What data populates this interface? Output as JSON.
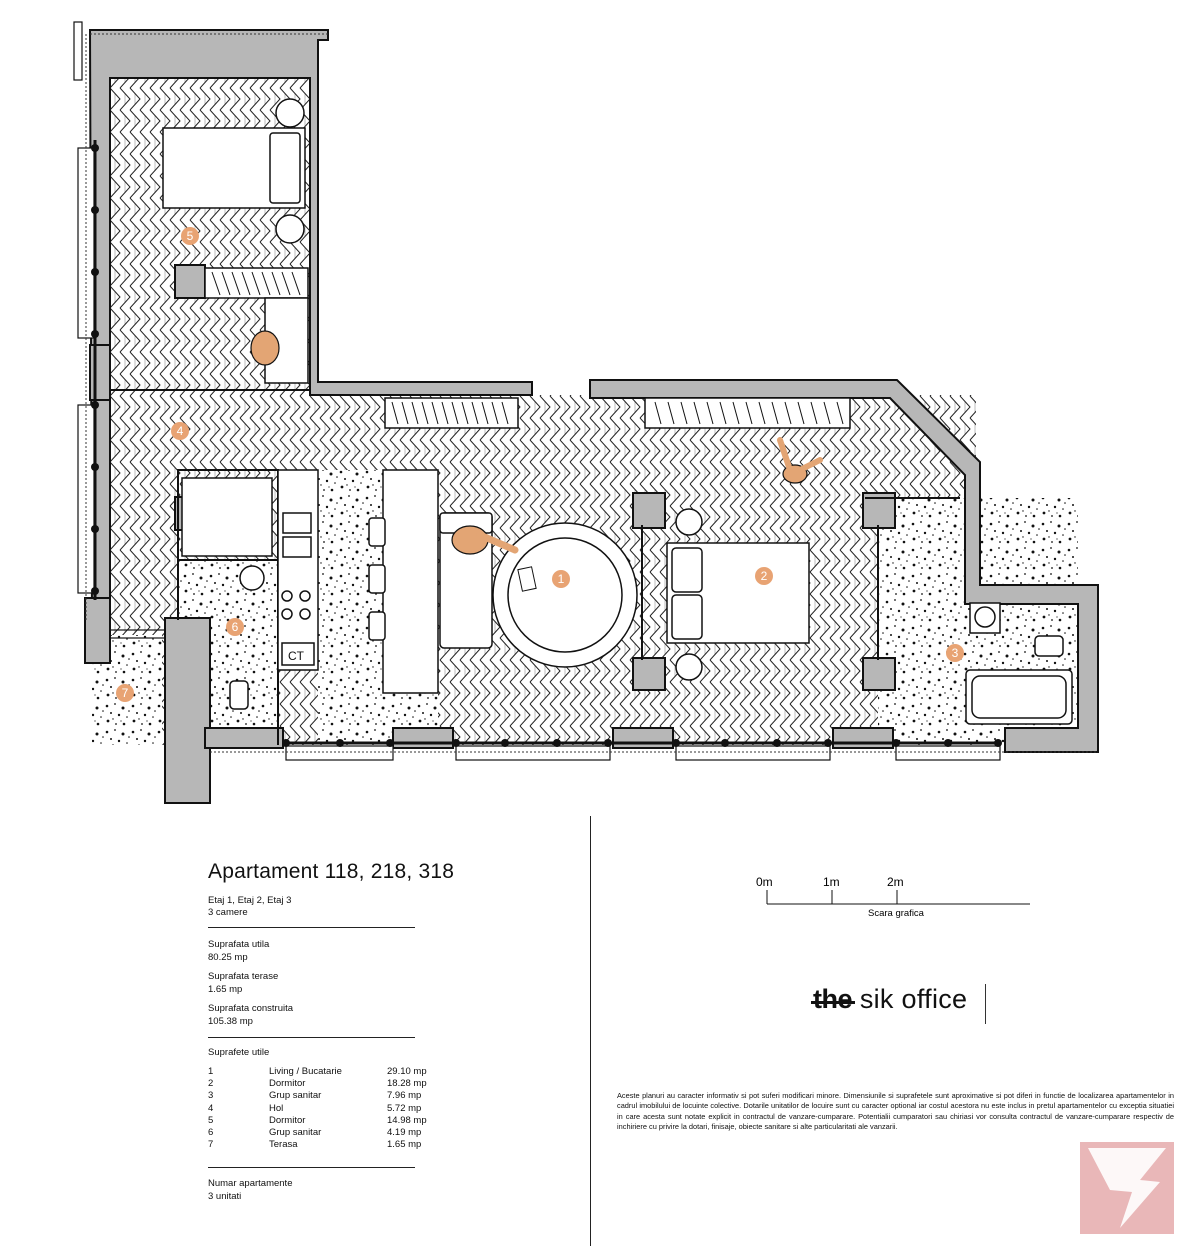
{
  "apartment": {
    "title": "Apartament 118, 218, 318",
    "floors": "Etaj 1, Etaj 2, Etaj 3",
    "rooms_count": "3 camere"
  },
  "areas": [
    {
      "label": "Suprafata utila",
      "value": "80.25 mp"
    },
    {
      "label": "Suprafata terase",
      "value": "1.65  mp"
    },
    {
      "label": "Suprafata construita",
      "value": "105.38 mp"
    }
  ],
  "useful_header": "Suprafete utile",
  "rooms": [
    {
      "n": "1",
      "name": "Living / Bucatarie",
      "area": "29.10  mp"
    },
    {
      "n": "2",
      "name": "Dormitor",
      "area": "18.28  mp"
    },
    {
      "n": "3",
      "name": "Grup sanitar",
      "area": "7.96 mp"
    },
    {
      "n": "4",
      "name": "Hol",
      "area": "5.72 mp"
    },
    {
      "n": "5",
      "name": "Dormitor",
      "area": "14.98 mp"
    },
    {
      "n": "6",
      "name": "Grup sanitar",
      "area": "4.19 mp"
    },
    {
      "n": "7",
      "name": "Terasa",
      "area": "1.65 mp"
    }
  ],
  "units": {
    "label": "Numar apartamente",
    "value": "3 unitati"
  },
  "scale": {
    "ticks": [
      "0m",
      "1m",
      "2m"
    ],
    "caption": "Scara grafica"
  },
  "logo": {
    "strike": "the",
    "rest": "sik office"
  },
  "disclaimer": "Aceste planuri au caracter informativ si pot suferi modificari minore. Dimensiunile si suprafetele sunt aproximative si pot diferi in functie de localizarea apartamentelor in cadrul imobilului de locuinte colective. Dotarile unitatilor de locuire sunt cu caracter optional iar costul acestora nu este inclus in pretul apartamentelor cu exceptia situatiei in care acesta sunt notate explicit in contractul de vanzare-cumparare. Potentialii cumparatori sau chiriasi vor consulta contractul de vanzare-cumparare respectiv de inchiriere cu privire la dotari, finisaje, obiecte sanitare si alte particularitati ale vanzarii.",
  "plan_labels": {
    "ct": "CT"
  },
  "colors": {
    "wall": "#b7b7b7",
    "marker": "#e8a373",
    "person": "#e3a574",
    "watermark": "#e9b7b8"
  }
}
